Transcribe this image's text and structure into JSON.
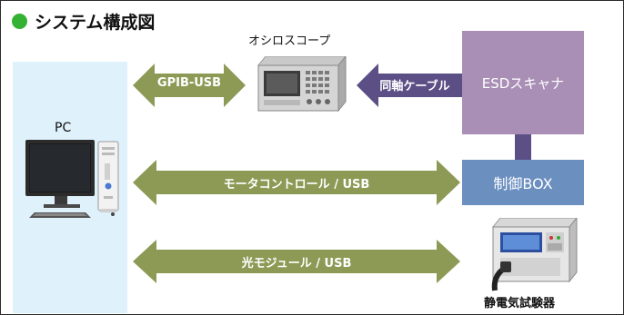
{
  "title": "システム構成図",
  "nodes": {
    "pc": "PC",
    "oscilloscope": "オシロスコープ",
    "esd_scanner": "ESDスキャナ",
    "control_box": "制御BOX",
    "esd_tester": "静電気試験器"
  },
  "links": {
    "gpib_usb": "GPIB-USB",
    "coax_cable": "同軸ケーブル",
    "motor_control_usb": "モータコントロール / USB",
    "optical_module_usb": "光モジュール / USB"
  },
  "colors": {
    "title_dot": "#33b233",
    "pc_panel": "#dff1fb",
    "green_arrow": "#8c9a55",
    "purple_arrow": "#5b4f86",
    "scanner_box": "#a98fb5",
    "control_box": "#6b8fbf"
  }
}
